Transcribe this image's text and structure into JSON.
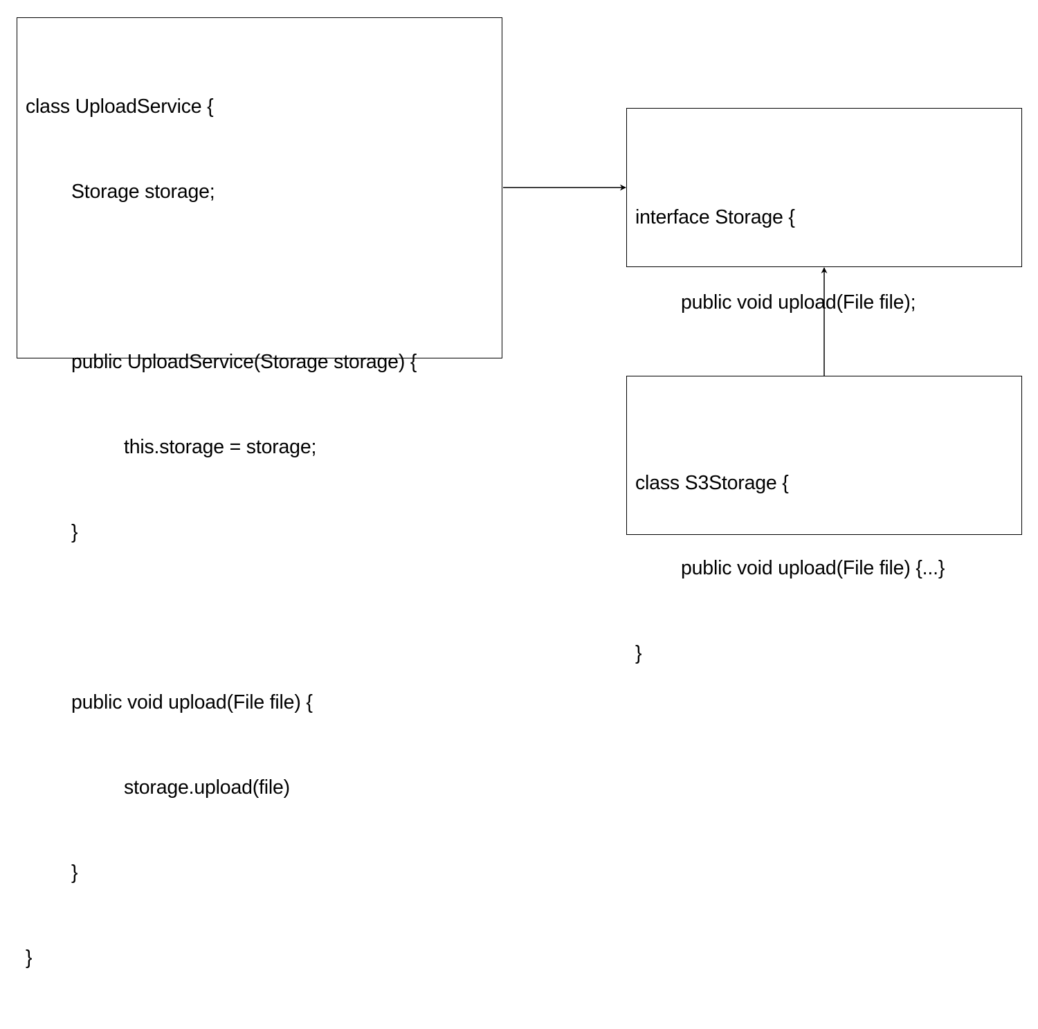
{
  "upload_service": {
    "lines": [
      "class UploadService {",
      "Storage storage;",
      "",
      "public UploadService(Storage storage) {",
      "this.storage = storage;",
      "}",
      "",
      "public void upload(File file) {",
      "storage.upload(file)",
      "}",
      "}"
    ]
  },
  "storage_interface": {
    "lines": [
      "interface Storage {",
      "public void upload(File file);",
      "}"
    ]
  },
  "s3_storage": {
    "lines": [
      "class S3Storage {",
      "public void upload(File file) {...}",
      "}"
    ]
  },
  "colors": {
    "stroke": "#000000",
    "background": "#ffffff"
  }
}
